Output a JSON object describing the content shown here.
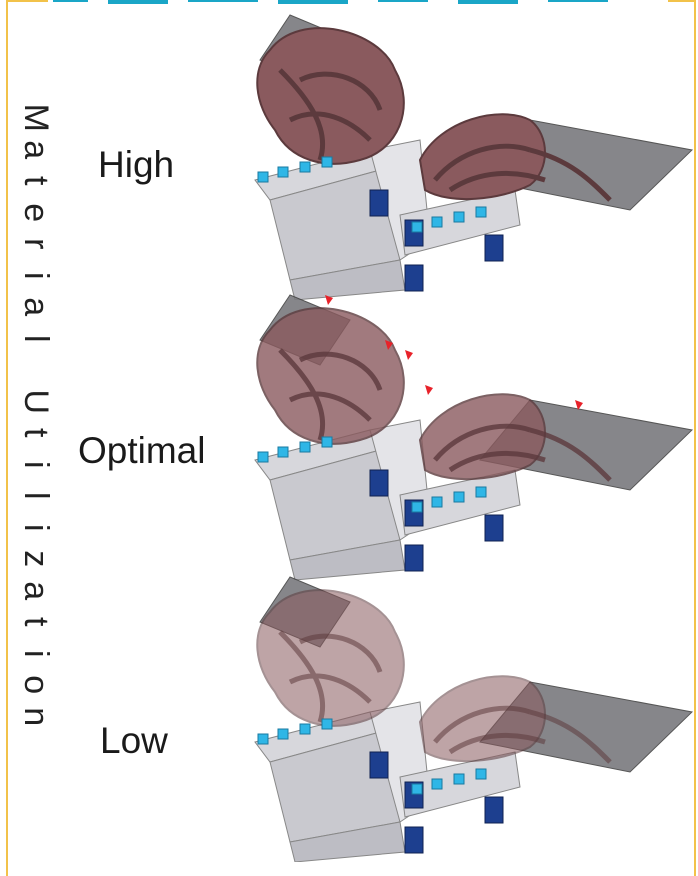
{
  "axis_label": "Material Utilization",
  "levels": [
    {
      "label": "High"
    },
    {
      "label": "Optimal"
    },
    {
      "label": "Low"
    }
  ],
  "colors": {
    "frame": "#f2c24a",
    "structure": "#8a5a5e",
    "structure_dark": "#5c3a3d",
    "fixture": "#d7d7dc",
    "clamp_blue": "#1d3f8f",
    "pin_cyan": "#2fb6e6",
    "panel": "#7a7a7e",
    "marker": "#e8222a"
  }
}
